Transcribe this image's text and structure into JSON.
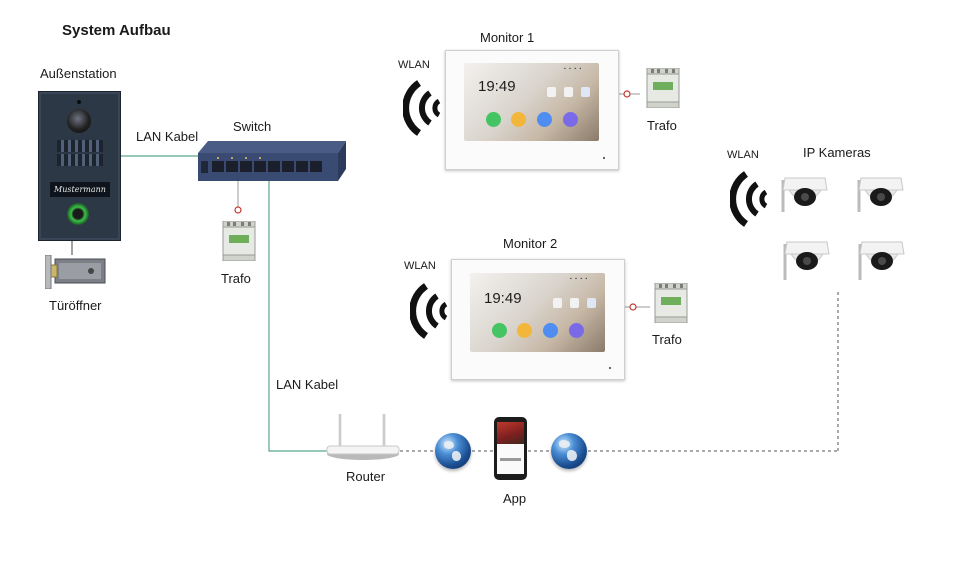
{
  "title": "System Aufbau",
  "nodes": {
    "door_station": {
      "label": "Außenstation",
      "nameplate": "Mustermann"
    },
    "door_opener": {
      "label": "Türöffner"
    },
    "switch": {
      "label": "Switch"
    },
    "trafo_switch": {
      "label": "Trafo"
    },
    "monitor1": {
      "label": "Monitor 1",
      "time": "19:49",
      "wlan": "WLAN",
      "trafo": "Trafo"
    },
    "monitor2": {
      "label": "Monitor 2",
      "time": "19:49",
      "wlan": "WLAN",
      "trafo": "Trafo"
    },
    "cameras": {
      "label": "IP Kameras",
      "wlan": "WLAN"
    },
    "router": {
      "label": "Router"
    },
    "app": {
      "label": "App"
    }
  },
  "links": {
    "lan_top": "LAN Kabel",
    "lan_bottom": "LAN Kabel"
  },
  "colors": {
    "lan_line": "#5aa88a",
    "dashed_line": "#555555",
    "trafo_dot": "#c0392b",
    "door_panel": "#2d3847"
  }
}
